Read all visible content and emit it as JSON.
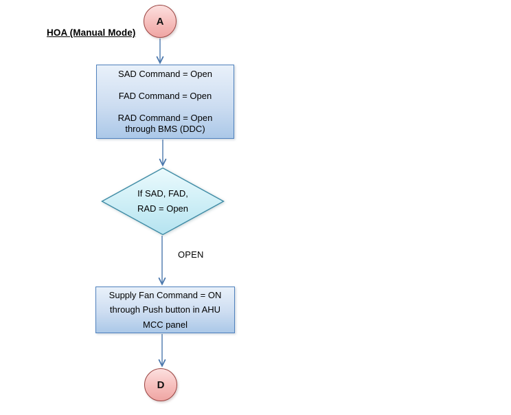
{
  "title": {
    "label": "HOA (Manual Mode)"
  },
  "flowchart": {
    "start_connector": {
      "label": "A"
    },
    "process_1": {
      "lines": [
        "SAD Command = Open",
        "FAD Command = Open",
        "RAD Command = Open",
        "through BMS (DDC)"
      ]
    },
    "decision": {
      "lines": [
        "If SAD, FAD,",
        "RAD = Open"
      ]
    },
    "branch_label": "OPEN",
    "process_2": {
      "lines": [
        "Supply Fan Command = ON",
        "through Push button in AHU",
        "MCC panel"
      ]
    },
    "end_connector": {
      "label": "D"
    }
  },
  "colors": {
    "process_border": "#4F81BD",
    "process_fill_top": "#E9F1FA",
    "process_fill_bottom": "#ABC8E8",
    "decision_border": "#3E8BA5",
    "decision_fill_top": "#EBFAFD",
    "decision_fill_bottom": "#B5E3F0",
    "connector_border": "#99423F",
    "connector_fill_top": "#FCE0DF",
    "connector_fill_bottom": "#EFA5A3",
    "arrow": "#4A77AC",
    "text": "#000000",
    "background": "#FFFFFF"
  }
}
